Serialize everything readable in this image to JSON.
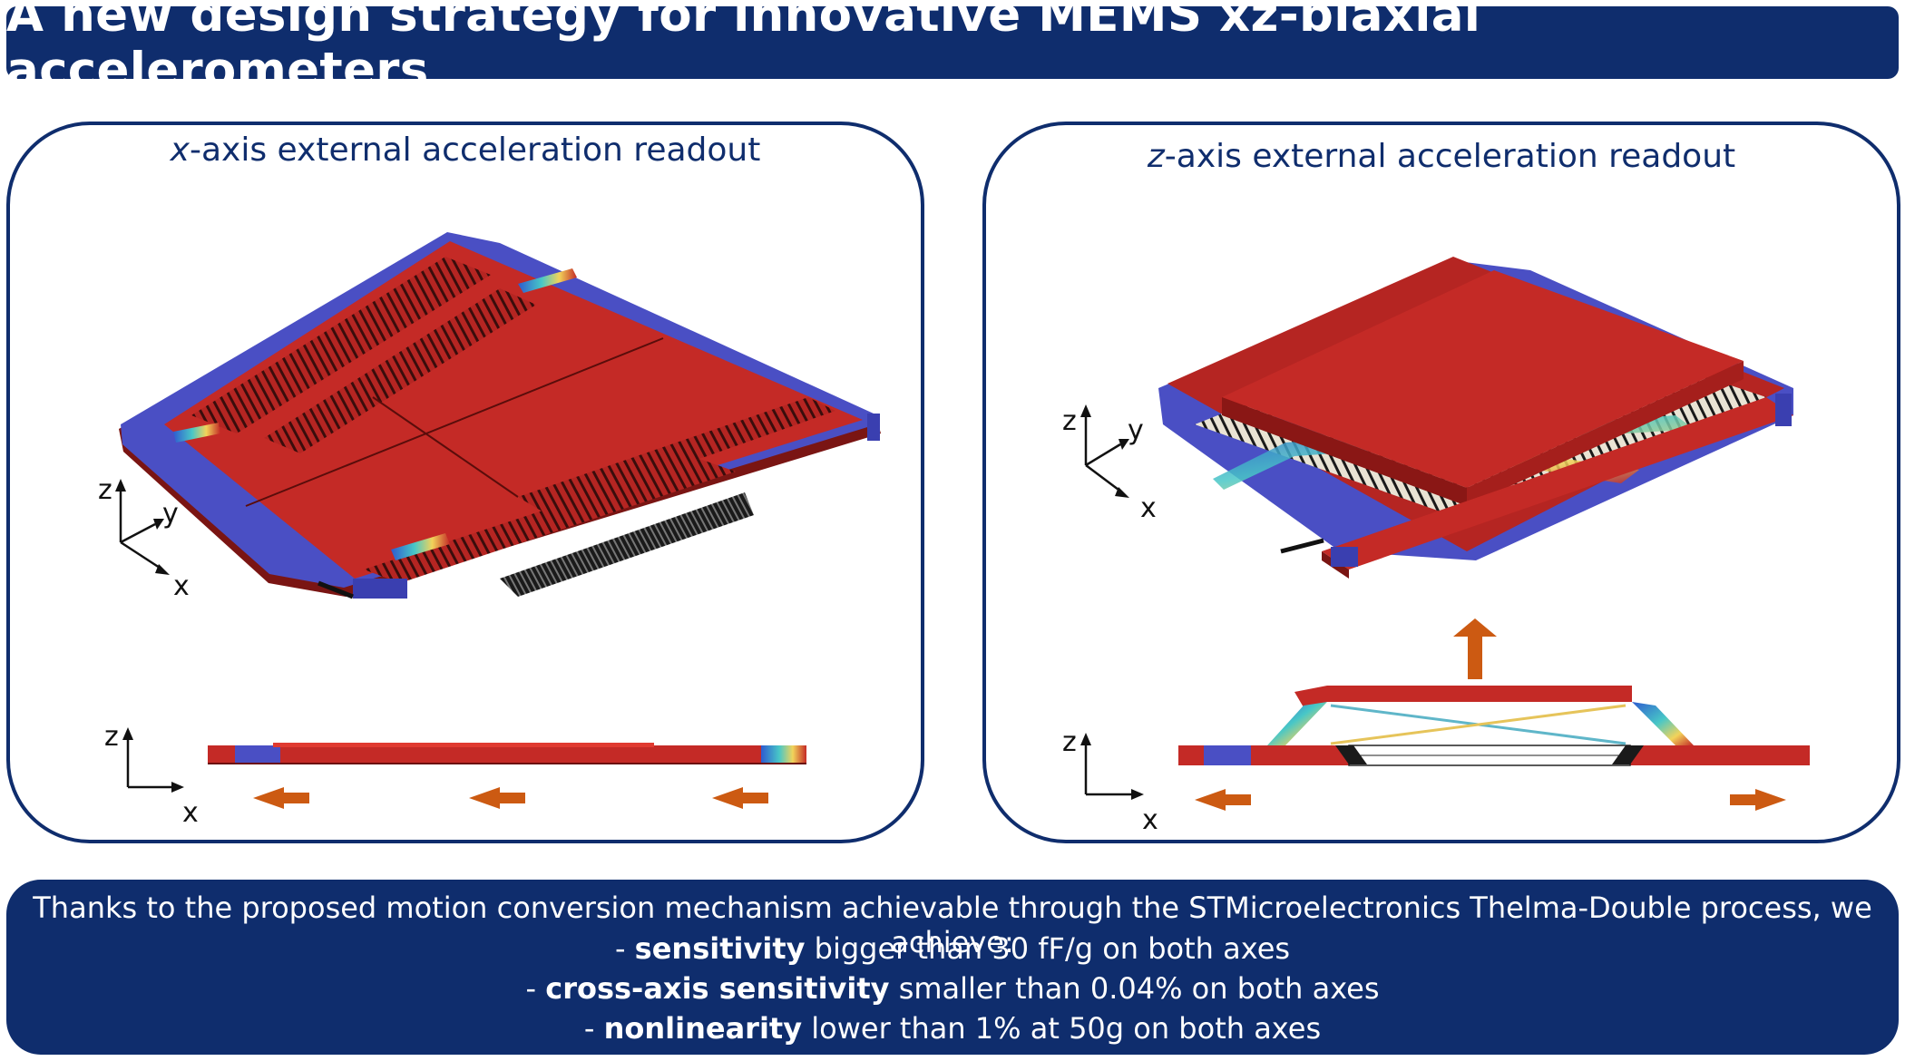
{
  "title": "A new design strategy for innovative MEMS xz-biaxial accelerometers",
  "left_panel": {
    "axis_word": "x",
    "heading_rest": "-axis external acceleration readout",
    "iso_axes": {
      "z": "z",
      "y": "y",
      "x": "x"
    },
    "side_axes": {
      "z": "z",
      "x": "x"
    }
  },
  "right_panel": {
    "axis_word": "z",
    "heading_rest": "-axis external acceleration readout",
    "iso_axes": {
      "z": "z",
      "y": "y",
      "x": "x"
    },
    "side_axes": {
      "z": "z",
      "x": "x"
    }
  },
  "summary": {
    "intro": "Thanks to the proposed motion conversion mechanism achievable through the STMicroelectronics Thelma-Double process, we achieve:",
    "bullets": [
      {
        "prefix": "- ",
        "bold": "sensitivity",
        "rest": " bigger than 30 fF/g on both axes"
      },
      {
        "prefix": "- ",
        "bold": "cross-axis sensitivity",
        "rest": " smaller than 0.04% on both axes"
      },
      {
        "prefix": "- ",
        "bold": "nonlinearity",
        "rest": " lower than 1% at 50g on both axes"
      }
    ]
  },
  "colors": {
    "navy": "#0f2d6d",
    "device_red": "#c42a26",
    "device_red_dark": "#8a1715",
    "anchor_blue": "#4a4fc4",
    "arrow_orange": "#cc5a12"
  }
}
